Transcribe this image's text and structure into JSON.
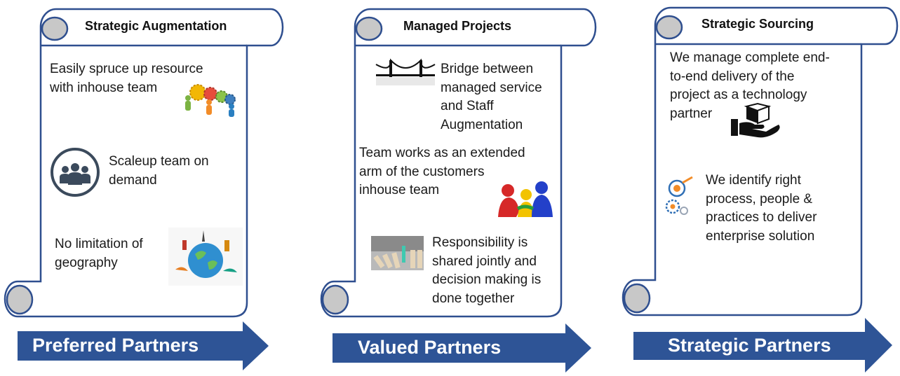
{
  "columns": [
    {
      "heading": "Strategic Augmentation",
      "items": [
        {
          "text": "Easily spruce up resource\nwith inhouse team",
          "icon": "gears-team-icon"
        },
        {
          "text": "Scaleup team on\ndemand",
          "icon": "team-people-icon"
        },
        {
          "text": "No limitation of\ngeography",
          "icon": "globe-landmarks-icon"
        }
      ],
      "arrow_label": "Preferred Partners"
    },
    {
      "heading": "Managed Projects",
      "items": [
        {
          "text": "Bridge between\nmanaged service\nand Staff\nAugmentation",
          "icon": "bridge-icon"
        },
        {
          "text": "Team works as an extended\narm of the customers\ninhouse team",
          "icon": "team-huddle-icon"
        },
        {
          "text": "Responsibility is\nshared jointly and\ndecision making is\ndone together",
          "icon": "dominoes-icon"
        }
      ],
      "arrow_label": "Valued Partners"
    },
    {
      "heading": "Strategic Sourcing",
      "items": [
        {
          "text": "We manage complete end-\nto-end delivery of the\nproject as a technology\npartner",
          "icon": "hand-box-icon"
        },
        {
          "text": "We identify right\nprocess, people &\npractices to deliver\nenterprise solution",
          "icon": "search-gears-icon"
        }
      ],
      "arrow_label": "Strategic Partners"
    }
  ],
  "colors": {
    "scroll_border": "#2f4f8f",
    "scroll_curl": "#c8c8c8",
    "arrow": "#2e5496",
    "arrow_text": "#ffffff"
  }
}
